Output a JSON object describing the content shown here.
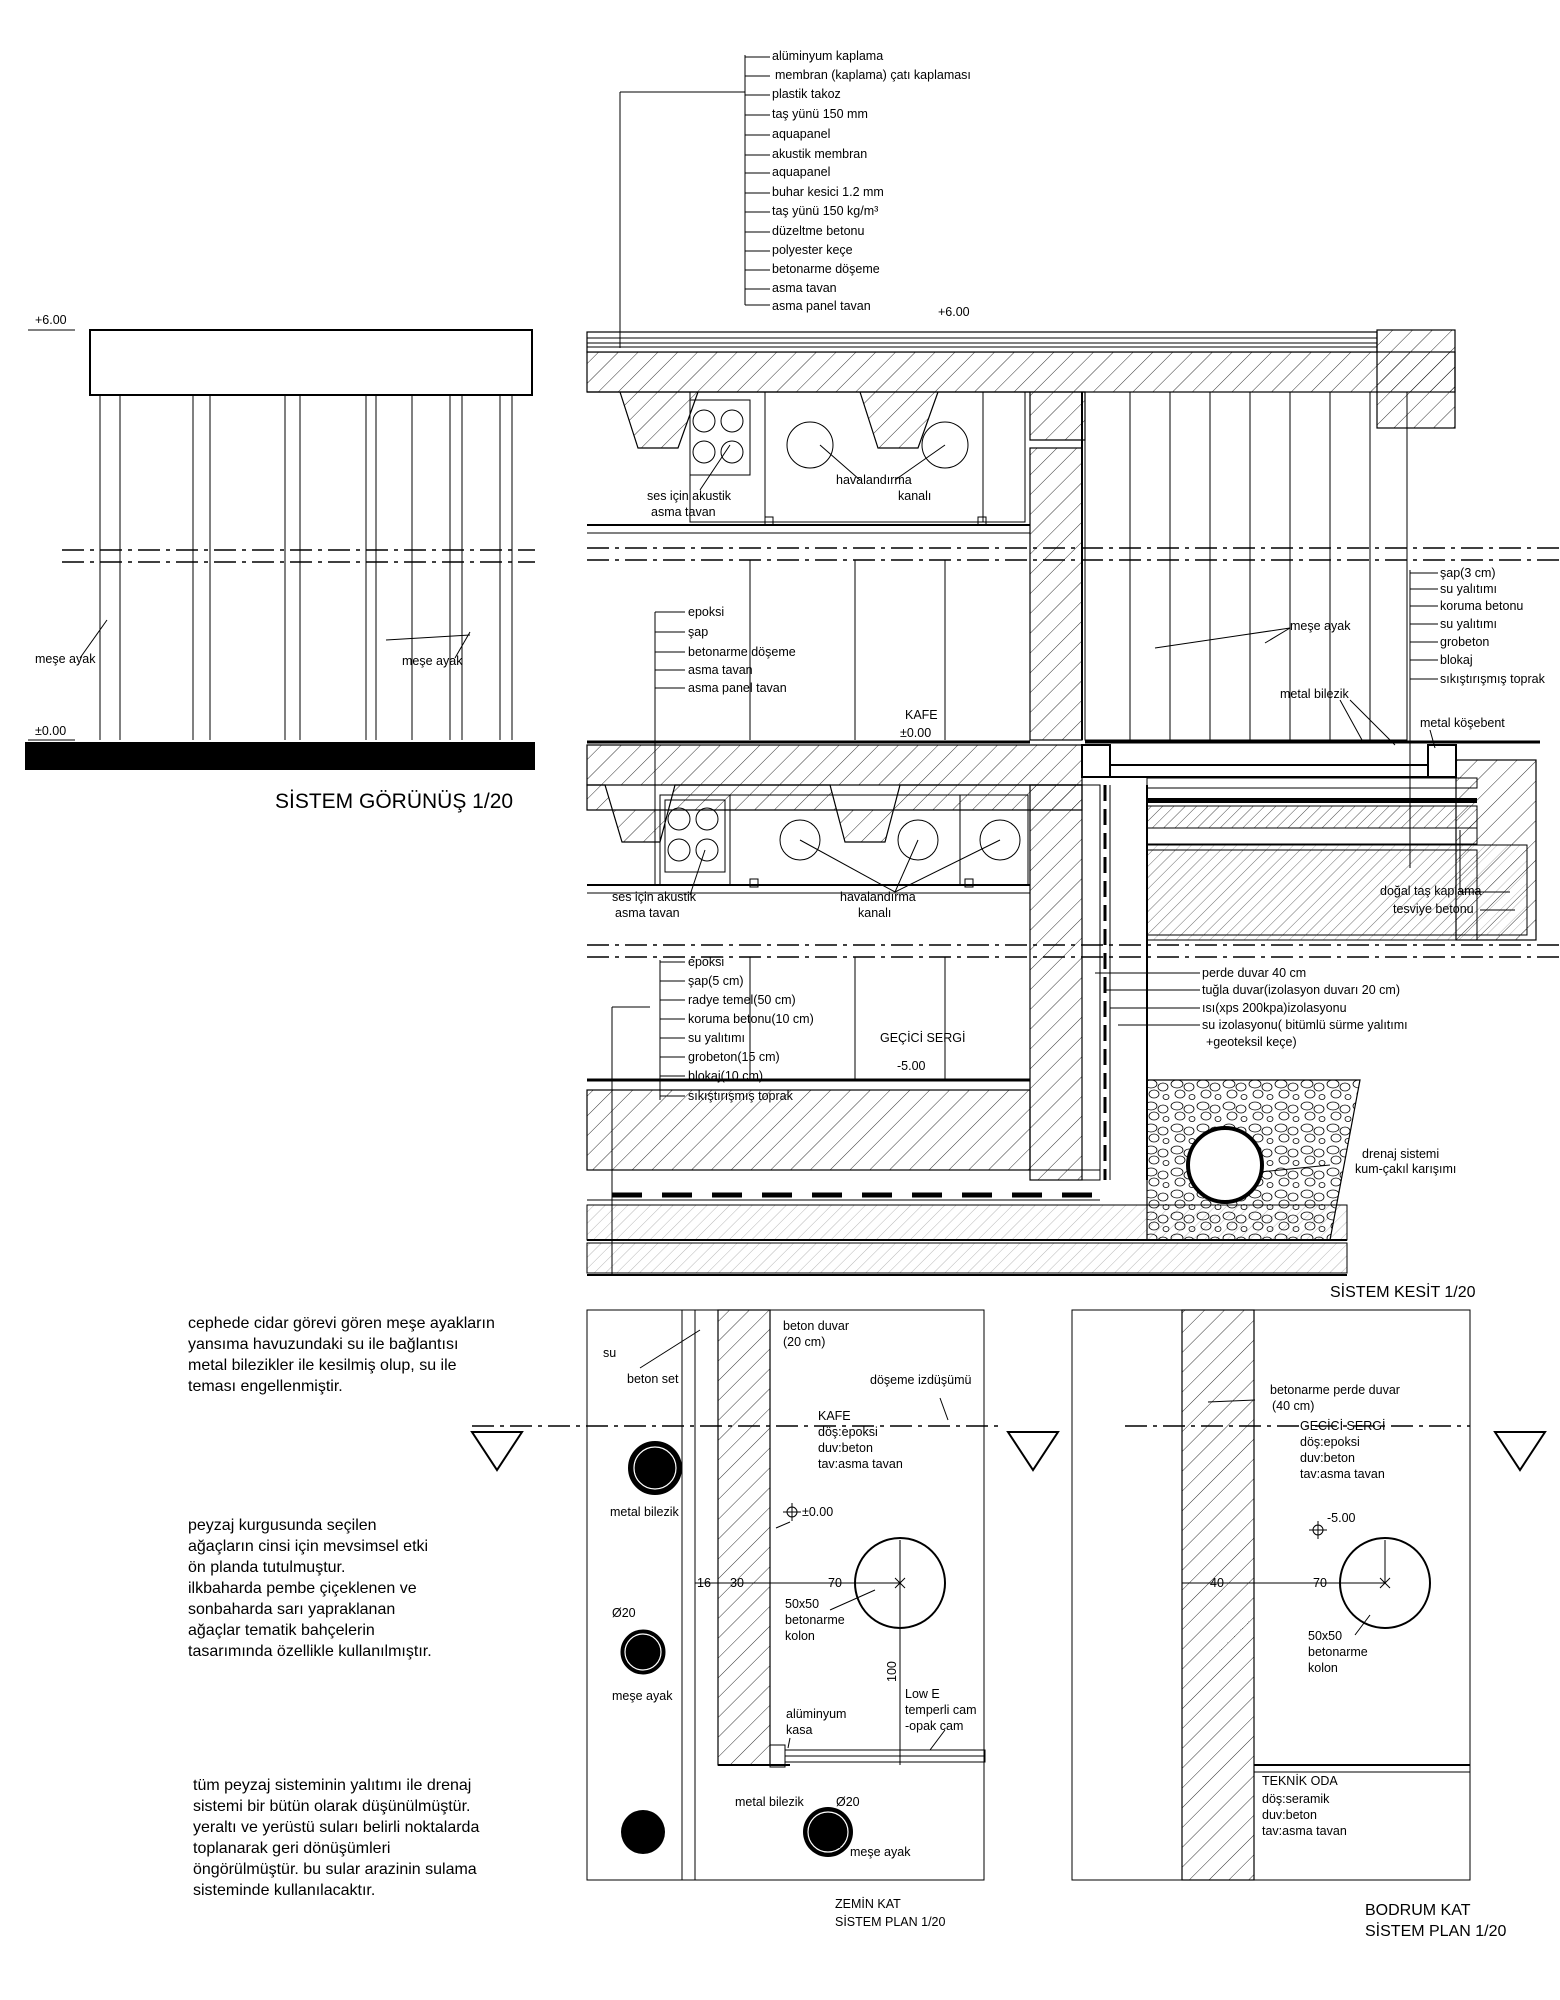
{
  "facade": {
    "title": "SİSTEM GÖRÜNÜŞ 1/20",
    "level_top": "+6.00",
    "level_bottom": "±0.00",
    "label_left": "meşe ayak",
    "label_right": "meşe ayak"
  },
  "section": {
    "title": "SİSTEM KESİT 1/20",
    "roof_layers": [
      "alüminyum kaplama",
      "membran (kaplama) çatı kaplaması",
      "plastik takoz",
      "taş yünü 150 mm",
      "aquapanel",
      "akustik membran",
      "aquapanel",
      "buhar kesici 1.2 mm",
      "taş yünü 150 kg/m³",
      "düzeltme betonu",
      "polyester keçe",
      "betonarme döşeme",
      "asma tavan",
      "asma panel tavan"
    ],
    "roof_level": "+6.00",
    "acoustic_upper": [
      "ses için akustik",
      "asma tavan"
    ],
    "duct_upper": [
      "havalandırma",
      "kanalı"
    ],
    "floor_layers": [
      "epoksi",
      "şap",
      "betonarme döşeme",
      "asma tavan",
      "asma panel tavan"
    ],
    "kafe_label": "KAFE",
    "kafe_level": "±0.00",
    "oak_label": "meşe ayak",
    "pool_layers": [
      "şap(3 cm)",
      "su yalıtımı",
      "koruma betonu",
      "su yalıtımı",
      "grobeton",
      "blokaj",
      "sıkıştırışmış toprak"
    ],
    "metal_ring": "metal bilezik",
    "metal_corner": "metal köşebent",
    "acoustic_lower": [
      "ses için akustik",
      "asma tavan"
    ],
    "duct_lower": [
      "havalandırma",
      "kanalı"
    ],
    "stone_finish": "doğal taş kaplama",
    "level_concrete": "tesviye betonu",
    "wall_layers": [
      "perde duvar 40 cm",
      "tuğla duvar(izolasyon duvarı 20 cm)",
      "ısı(xps 200kpa)izolasyonu",
      "su izolasyonu( bitümlü sürme yalıtımı",
      "+geoteksil keçe)"
    ],
    "basement_layers": [
      "epoksi",
      "şap(5 cm)",
      "radye temel(50 cm)",
      "koruma betonu(10 cm)",
      "su yalıtımı",
      "grobeton(15 cm)",
      "blokaj(10 cm)",
      "sıkıştırışmış toprak"
    ],
    "gecici_label": "GEÇİCİ SERGİ",
    "gecici_level": "-5.00",
    "drainage": [
      "drenaj sistemi",
      "kum-çakıl karışımı"
    ]
  },
  "notes": [
    [
      "cephede cidar görevi gören meşe ayakların",
      "yansıma havuzundaki su ile bağlantısı",
      "metal bilezikler ile kesilmiş olup, su ile",
      "teması engellenmiştir."
    ],
    [
      "peyzaj kurgusunda seçilen",
      "ağaçların cinsi için mevsimsel etki",
      "ön planda tutulmuştur.",
      "ilkbaharda pembe çiçeklenen ve",
      "sonbaharda sarı yapraklanan",
      "ağaçlar tematik bahçelerin",
      "tasarımında özellikle kullanılmıştır."
    ],
    [
      "tüm peyzaj sisteminin yalıtımı ile drenaj",
      "sistemi bir bütün olarak düşünülmüştür.",
      "yeraltı ve yerüstü suları belirli noktalarda",
      "toplanarak geri dönüşümleri",
      "öngörülmüştür. bu sular arazinin sulama",
      "sisteminde kullanılacaktır."
    ]
  ],
  "plan_ground": {
    "title1": "ZEMİN KAT",
    "title2": "SİSTEM PLAN 1/20",
    "water": "su",
    "curb": "beton set",
    "wall": [
      "beton duvar",
      "(20 cm)"
    ],
    "slab_proj": "döşeme izdüşümü",
    "room": [
      "KAFE",
      "döş:epoksi",
      "duv:beton",
      "tav:asma tavan"
    ],
    "level": "±0.00",
    "ring1": "metal bilezik",
    "dia1": "Ø20",
    "oak1": "meşe ayak",
    "dim_16": "16",
    "dim_30": "30",
    "dim_70": "70",
    "dim_100": "100",
    "column": [
      "50x50",
      "betonarme",
      "kolon"
    ],
    "glass": [
      "Low E",
      "temperli cam",
      "-opak cam"
    ],
    "frame": [
      "alüminyum",
      "kasa"
    ],
    "ring2": "metal bilezik",
    "dia2": "Ø20",
    "oak2": "meşe ayak"
  },
  "plan_basement": {
    "title1": "BODRUM  KAT",
    "title2": "SİSTEM PLAN 1/20",
    "wall": [
      "betonarme perde  duvar",
      "(40 cm)"
    ],
    "room": [
      "GECİCİ SERGİ",
      "döş:epoksi",
      "duv:beton",
      "tav:asma tavan"
    ],
    "level": "-5.00",
    "dim_40": "40",
    "dim_70": "70",
    "column": [
      "50x50",
      "betonarme",
      "kolon"
    ],
    "tech": [
      "TEKNİK ODA",
      "döş:seramik",
      "duv:beton",
      "tav:asma tavan"
    ]
  }
}
